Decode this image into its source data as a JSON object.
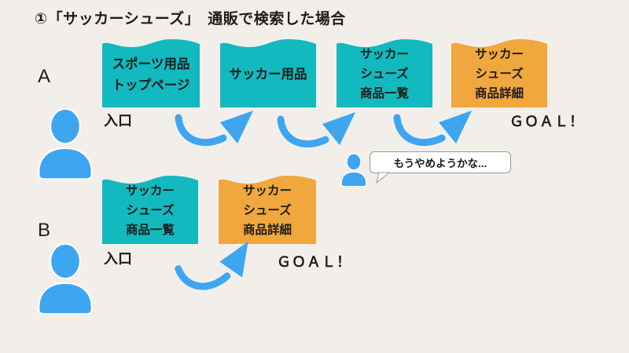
{
  "title": "①「サッカーシューズ」　通販で検索した場合",
  "colors": {
    "background": "#f2efeb",
    "teal": "#12b9be",
    "orange": "#f0a73e",
    "blue": "#3ea6f0",
    "ink": "#1c1c1c",
    "bubble_border": "#9a9a9a"
  },
  "icons": {
    "person": "person-icon",
    "arrow": "curved-arrow-icon",
    "bubble": "speech-bubble"
  },
  "flows": [
    {
      "label": "A",
      "entry_label": "入口",
      "goal_label": "ＧＯＡＬ！",
      "speech_bubble": "もうやめようかな...",
      "steps": [
        {
          "text": "スポーツ用品\nトップページ",
          "color": "teal"
        },
        {
          "text": "サッカー用品",
          "color": "teal"
        },
        {
          "text": "サッカー\nシューズ\n商品一覧",
          "color": "teal"
        },
        {
          "text": "サッカー\nシューズ\n商品詳細",
          "color": "orange"
        }
      ]
    },
    {
      "label": "B",
      "entry_label": "入口",
      "goal_label": "ＧＯＡＬ！",
      "steps": [
        {
          "text": "サッカー\nシューズ\n商品一覧",
          "color": "teal"
        },
        {
          "text": "サッカー\nシューズ\n商品詳細",
          "color": "orange"
        }
      ]
    }
  ]
}
